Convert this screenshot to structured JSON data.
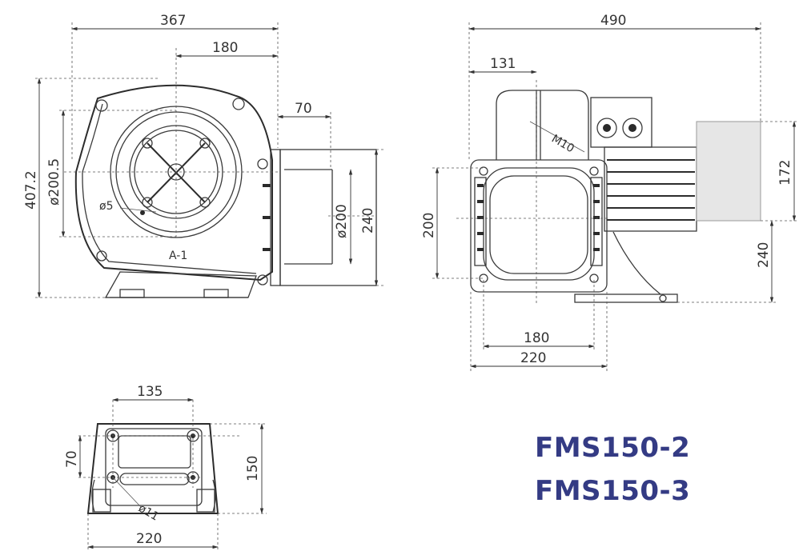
{
  "drawing": {
    "front_view": {
      "width_total": "367",
      "width_half": "180",
      "flange_depth": "70",
      "height_total": "407.2",
      "inlet_diameter": "ø200.5",
      "outlet_diameter": "ø200",
      "outlet_height": "240",
      "hole_diameter": "ø5",
      "section_label": "A-1"
    },
    "side_view": {
      "width_total": "490",
      "offset": "131",
      "bolt": "M10",
      "height_motor": "172",
      "height_outlet": "200",
      "height_base": "240",
      "base_inner": "180",
      "base_outer": "220"
    },
    "base_view": {
      "hole_spacing": "135",
      "depth": "70",
      "height": "150",
      "hole_diameter": "ø11",
      "width": "220"
    }
  },
  "models": [
    "FMS150-2",
    "FMS150-3"
  ],
  "colors": {
    "model_text": "#343b84",
    "line": "#3a3a3a"
  }
}
